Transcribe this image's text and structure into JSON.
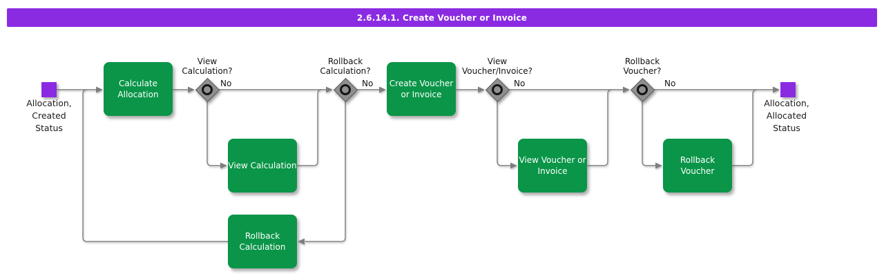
{
  "title": "2.6.14.1. Create Voucher or Invoice",
  "colors": {
    "banner": "#8A2BE2",
    "event_node": "#8A2BE2",
    "task": "#0A9548",
    "connector": "#7E7E7E",
    "decision": "#8F8F8F"
  },
  "events": {
    "start": {
      "label": "Allocation,\nCreated\nStatus"
    },
    "end": {
      "label": "Allocation,\nAllocated\nStatus"
    }
  },
  "tasks": [
    {
      "label": "Calculate\nAllocation"
    },
    {
      "label": "View Calculation"
    },
    {
      "label": "Rollback\nCalculation"
    },
    {
      "label": "Create Voucher\nor Invoice"
    },
    {
      "label": "View Voucher or\nInvoice"
    },
    {
      "label": "Rollback\nVoucher"
    }
  ],
  "decisions": [
    {
      "question": "View\nCalculation?",
      "no_label": "No"
    },
    {
      "question": "Rollback\nCalculation?",
      "no_label": "No"
    },
    {
      "question": "View\nVoucher/Invoice?",
      "no_label": "No"
    },
    {
      "question": "Rollback\nVoucher?",
      "no_label": "No"
    }
  ]
}
